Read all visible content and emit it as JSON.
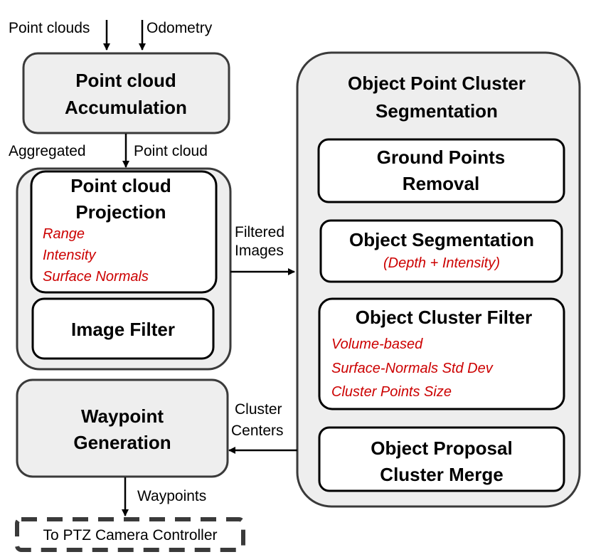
{
  "inputs": {
    "point_clouds": "Point clouds",
    "odometry": "Odometry"
  },
  "accumulation": {
    "line1": "Point cloud",
    "line2": "Accumulation"
  },
  "aggregated_label": {
    "left": "Aggregated",
    "right": "Point cloud"
  },
  "projection": {
    "line1": "Point cloud",
    "line2": "Projection",
    "items": [
      "Range",
      "Intensity",
      "Surface Normals"
    ]
  },
  "image_filter": {
    "title": "Image Filter"
  },
  "filtered_images": {
    "line1": "Filtered",
    "line2": "Images"
  },
  "segmentation": {
    "line1": "Object Point Cluster",
    "line2": "Segmentation",
    "ground_removal": {
      "line1": "Ground Points",
      "line2": "Removal"
    },
    "object_segmentation": {
      "title": "Object Segmentation",
      "detail": "(Depth + Intensity)"
    },
    "cluster_filter": {
      "title": "Object Cluster Filter",
      "items": [
        "Volume-based",
        "Surface-Normals Std Dev",
        "Cluster Points Size"
      ]
    },
    "proposal_merge": {
      "line1": "Object Proposal",
      "line2": "Cluster Merge"
    }
  },
  "cluster_centers": {
    "line1": "Cluster",
    "line2": "Centers"
  },
  "waypoint_generation": {
    "line1": "Waypoint",
    "line2": "Generation"
  },
  "waypoints_label": "Waypoints",
  "output": {
    "title": "To PTZ Camera Controller"
  },
  "colors": {
    "box_fill": "#eeeeee",
    "accent_red": "#cc0000",
    "stroke": "#3a3a3a"
  }
}
